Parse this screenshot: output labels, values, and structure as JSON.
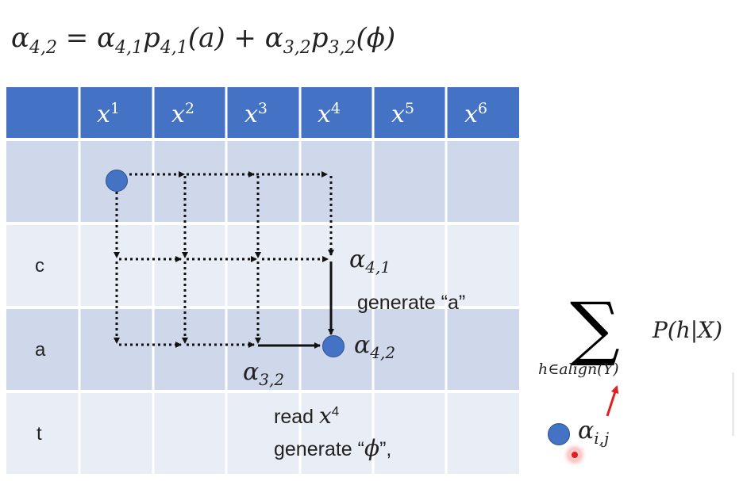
{
  "formula": {
    "lhs": "α",
    "lhs_sub": "4,2",
    "eq": " = ",
    "t1_alpha": "α",
    "t1_alpha_sub": "4,1",
    "t1_p": "p",
    "t1_p_sub": "4,1",
    "t1_arg": "(a)",
    "plus": " + ",
    "t2_alpha": "α",
    "t2_alpha_sub": "3,2",
    "t2_p": "p",
    "t2_p_sub": "3,2",
    "t2_arg": "(ϕ)"
  },
  "table": {
    "header": [
      {
        "base": "x",
        "sup": "1"
      },
      {
        "base": "x",
        "sup": "2"
      },
      {
        "base": "x",
        "sup": "3"
      },
      {
        "base": "x",
        "sup": "4"
      },
      {
        "base": "x",
        "sup": "5"
      },
      {
        "base": "x",
        "sup": "6"
      }
    ],
    "rows": [
      "",
      "c",
      "a",
      "t"
    ]
  },
  "labels": {
    "alpha41": {
      "base": "α",
      "sub": "4,1"
    },
    "alpha42": {
      "base": "α",
      "sub": "4,2"
    },
    "alpha32": {
      "base": "α",
      "sub": "3,2"
    },
    "alphaij": {
      "base": "α",
      "sub": "i,j"
    },
    "generate_a": "generate “a”",
    "read_prefix": "read ",
    "read_x": "x",
    "read_sup": "4",
    "generate_phi_prefix": "generate “",
    "generate_phi_sym": "ϕ",
    "generate_phi_suffix": "”,"
  },
  "sum": {
    "symbol": "∑",
    "subscript": "h∈align(Y)",
    "expr": "P(h|X)"
  },
  "colors": {
    "header_blue": "#4472c4",
    "row_dark": "#cfd8ea",
    "row_light": "#e9edf5",
    "node_blue": "#4472c4",
    "arrow_red": "#e02020"
  }
}
